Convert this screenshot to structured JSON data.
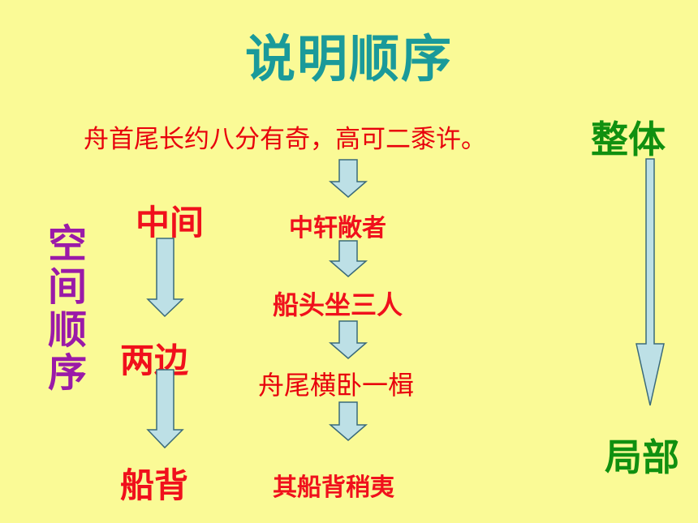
{
  "title": "说明顺序",
  "sentence": "舟首尾长约八分有奇，高可二黍许。",
  "order_whole": "整体",
  "order_part": "局部",
  "spatial_label": "空间顺序",
  "left_column": [
    "中间",
    "两边",
    "船背"
  ],
  "center_column": [
    "中轩敞者",
    "船头坐三人",
    "舟尾横卧一楫",
    "其船背稍夷"
  ],
  "colors": {
    "background": "#fafa96",
    "title": "#1a9a9a",
    "red": "#f0101c",
    "green": "#109010",
    "purple": "#9a1aa8",
    "arrow_fill": "#bde0e6",
    "arrow_stroke": "#3a6a7a"
  },
  "icons": [
    "down-arrow-icon"
  ]
}
